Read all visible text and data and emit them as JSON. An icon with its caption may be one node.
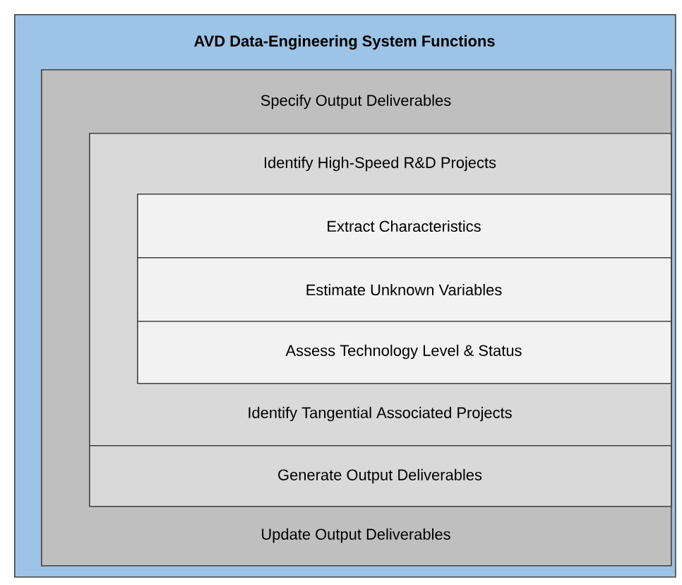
{
  "diagram": {
    "nodes": [
      {
        "text": [
          "AVD Data-Engineering System Functions"
        ]
      },
      {
        "text": [
          "Specify Output Deliverables",
          "Update Output Deliverables"
        ],
        "in": 0
      },
      {
        "text": [
          "Identify High-Speed R&D Projects",
          "Identify Tangential Associated Projects"
        ],
        "in": 1
      },
      {
        "text": [
          "Generate Output Deliverables"
        ],
        "in": 1
      },
      {
        "text": [
          "Extract Characteristics"
        ],
        "in": 2
      },
      {
        "text": [
          "Estimate Unknown Variables"
        ],
        "in": 2
      },
      {
        "text": [
          "Assess Technology Level & Status"
        ],
        "in": 2
      }
    ]
  }
}
